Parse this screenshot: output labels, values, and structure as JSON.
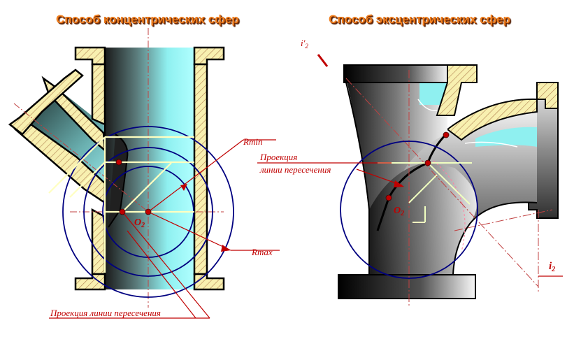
{
  "left_panel": {
    "title": "Способ  концентрических сфер",
    "label_rmin": "Rmin",
    "label_rmax": "Rmax",
    "label_center": "O",
    "label_center_sub": "2",
    "label_projection": "Проекция линии пересечения"
  },
  "right_panel": {
    "title": "Способ эксцентрических сфер",
    "label_axis_top": "i'",
    "label_axis_top_sub": "2",
    "label_projection_line1": "Проекция",
    "label_projection_line2": "линии пересечения",
    "label_center": "O",
    "label_center_sub": "2",
    "label_axis_bottom": "i",
    "label_axis_bottom_sub": "2"
  },
  "colors": {
    "title": "#f08020",
    "label_red": "#c00000",
    "sphere_navy": "#000080",
    "cyan": "#8ff0f0",
    "flange_fill": "#f8f0b0",
    "section_line": "#ffffc0"
  }
}
